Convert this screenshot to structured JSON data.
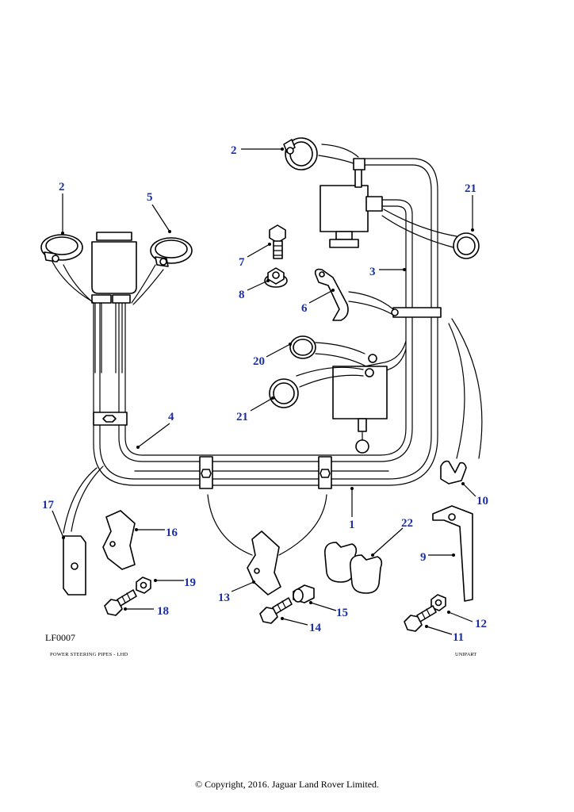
{
  "diagram": {
    "ref_code": "LF0007",
    "caption_left": "POWER STEERING PIPES - LHD",
    "caption_right": "UNIPART",
    "copyright": "© Copyright, 2016. Jaguar Land Rover Limited."
  },
  "callouts": {
    "c1": "1",
    "c2a": "2",
    "c2b": "2",
    "c3": "3",
    "c4": "4",
    "c5": "5",
    "c6": "6",
    "c7": "7",
    "c8": "8",
    "c9": "9",
    "c10": "10",
    "c11": "11",
    "c12": "12",
    "c13": "13",
    "c14": "14",
    "c15": "15",
    "c16": "16",
    "c17": "17",
    "c18": "18",
    "c19": "19",
    "c20": "20",
    "c21a": "21",
    "c21b": "21",
    "c22": "22"
  },
  "colors": {
    "callout": "#1a2fa8",
    "line": "#000000",
    "background": "#ffffff"
  }
}
